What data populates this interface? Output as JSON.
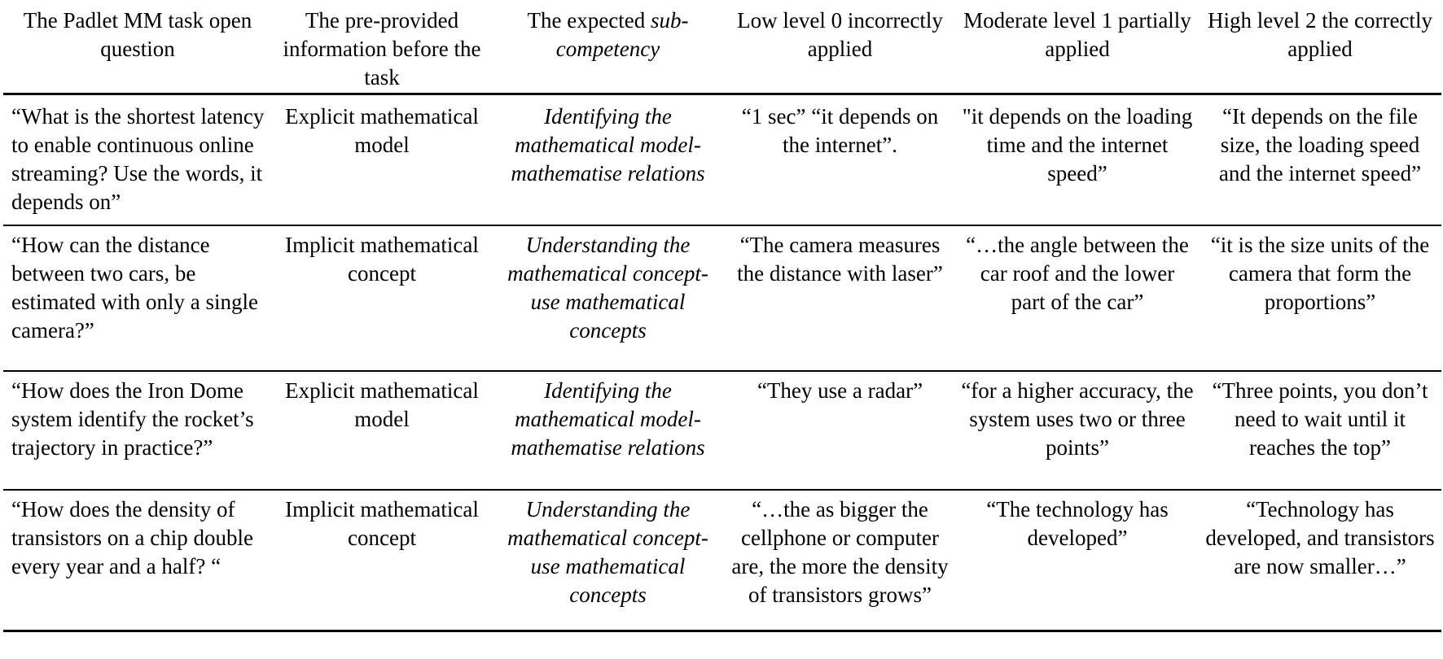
{
  "table": {
    "headers": {
      "col0": "The Padlet MM task open question",
      "col1": "The pre-provided information before the task",
      "col2_plain": "The expected ",
      "col2_italic": "sub-competency",
      "col3": "Low level 0 incorrectly applied",
      "col4": "Moderate level 1 partially applied",
      "col5": "High level 2 the correctly applied"
    },
    "rows": [
      {
        "question": "“What is the shortest latency to enable continuous online streaming? Use the words, it depends on”",
        "info": "Explicit mathematical model",
        "subcompetency": "Identifying the mathematical model-mathematise relations",
        "low": "“1 sec” “it depends on the internet”.",
        "moderate": "\"it depends on the loading time and the internet speed”",
        "high": "“It depends on the file size, the loading speed and the internet speed”"
      },
      {
        "question": "“How can the distance between two cars, be estimated with only a single camera?”",
        "info": "Implicit mathematical concept",
        "subcompetency": "Understanding the mathematical concept- use mathematical concepts",
        "low": "“The camera measures the distance with laser”",
        "moderate": "“…the angle between the car roof and the lower part of the car”",
        "high": "“it is the size units of the camera that form the proportions”"
      },
      {
        "question": "“How does the Iron Dome system identify the rocket’s trajectory in practice?”",
        "info": "Explicit mathematical model",
        "subcompetency": "Identifying the mathematical model-mathematise relations",
        "low": "“They use a radar”",
        "moderate": "“for a higher accuracy, the system uses two or three points”",
        "high": "“Three points, you don’t need to wait until it reaches the top”"
      },
      {
        "question": "“How does the density of transistors on a chip double every year and a half? “",
        "info": "Implicit mathematical concept",
        "subcompetency": "Understanding the mathematical concept- use mathematical concepts",
        "low": "“…the as bigger the cellphone or computer are, the more the density of transistors grows”",
        "moderate": "“The technology has developed”",
        "high": "“Technology has developed, and transistors are now smaller…”"
      }
    ]
  }
}
